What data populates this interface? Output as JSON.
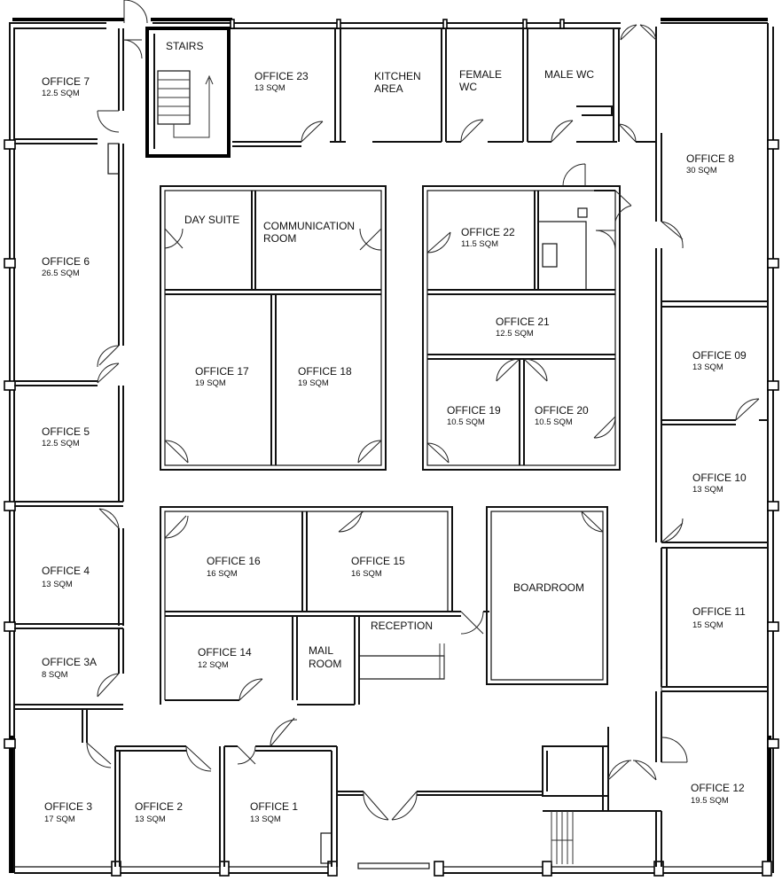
{
  "rooms": {
    "office7": {
      "name": "OFFICE 7",
      "area": "12.5 SQM"
    },
    "stairs": {
      "name": "STAIRS"
    },
    "office23": {
      "name": "OFFICE 23",
      "area": "13 SQM"
    },
    "kitchen": {
      "line1": "KITCHEN",
      "line2": "AREA"
    },
    "female_wc": {
      "line1": "FEMALE",
      "line2": "WC"
    },
    "male_wc": {
      "name": "MALE WC"
    },
    "office8": {
      "name": "OFFICE 8",
      "area": "30 SQM"
    },
    "office6": {
      "name": "OFFICE 6",
      "area": "26.5 SQM"
    },
    "day_suite": {
      "name": "DAY SUITE"
    },
    "communication": {
      "line1": "COMMUNICATION",
      "line2": "ROOM"
    },
    "office22": {
      "name": "OFFICE 22",
      "area": "11.5 SQM"
    },
    "office21": {
      "name": "OFFICE 21",
      "area": "12.5 SQM"
    },
    "office09": {
      "name": "OFFICE 09",
      "area": "13 SQM"
    },
    "office17": {
      "name": "OFFICE 17",
      "area": "19 SQM"
    },
    "office18": {
      "name": "OFFICE 18",
      "area": "19 SQM"
    },
    "office19": {
      "name": "OFFICE 19",
      "area": "10.5 SQM"
    },
    "office20": {
      "name": "OFFICE 20",
      "area": "10.5 SQM"
    },
    "office5": {
      "name": "OFFICE 5",
      "area": "12.5 SQM"
    },
    "office10": {
      "name": "OFFICE 10",
      "area": "13 SQM"
    },
    "office4": {
      "name": "OFFICE 4",
      "area": "13 SQM"
    },
    "office16": {
      "name": "OFFICE 16",
      "area": "16 SQM"
    },
    "office15": {
      "name": "OFFICE 15",
      "area": "16 SQM"
    },
    "boardroom": {
      "name": "BOARDROOM"
    },
    "office11": {
      "name": "OFFICE 11",
      "area": "15 SQM"
    },
    "reception": {
      "name": "RECEPTION"
    },
    "office14": {
      "name": "OFFICE 14",
      "area": "12 SQM"
    },
    "mail_room": {
      "line1": "MAIL",
      "line2": "ROOM"
    },
    "office3a": {
      "name": "OFFICE 3A",
      "area": "8 SQM"
    },
    "office3": {
      "name": "OFFICE 3",
      "area": "17 SQM"
    },
    "office2": {
      "name": "OFFICE 2",
      "area": "13 SQM"
    },
    "office1": {
      "name": "OFFICE 1",
      "area": "13 SQM"
    },
    "office12": {
      "name": "OFFICE 12",
      "area": "19.5 SQM"
    }
  }
}
